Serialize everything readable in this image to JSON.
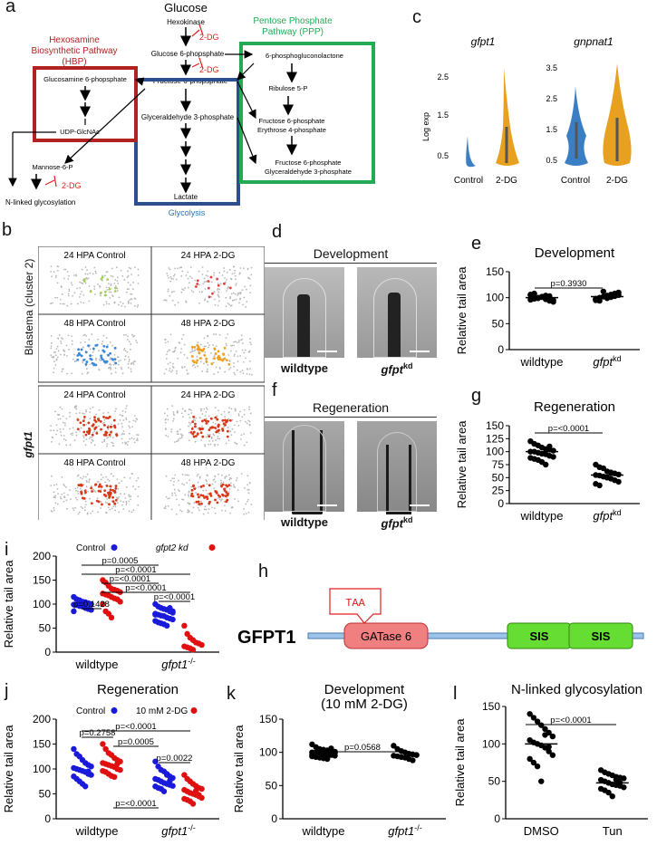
{
  "panel_letters": {
    "a": "a",
    "b": "b",
    "c": "c",
    "d": "d",
    "e": "e",
    "f": "f",
    "g": "g",
    "h": "h",
    "i": "i",
    "j": "j",
    "k": "k",
    "l": "l"
  },
  "pathway": {
    "glucose": "Glucose",
    "hexokinase": "Hexokinase",
    "inhibitor": "2-DG",
    "g6p": "Glucose 6-phopsphate",
    "f6p": "Fructose 6-phopsphate",
    "ga3p": "Glyceraldehyde 3-phosphate",
    "lactate": "Lactate",
    "glycolysis": "Glycolysis",
    "hbp_title_1": "Hexosamine",
    "hbp_title_2": "Biosynthetic Pathway",
    "hbp_title_3": "(HBP)",
    "glcn6p": "Glucosamine 6-phopsphate",
    "udp": "UDP-GlcNAc",
    "man6p": "Mannose-6-P",
    "nlinked": "N-linked glycosylation",
    "ppp_title_1": "Pentose Phosphate",
    "ppp_title_2": "Pathway (PPP)",
    "pgl": "6-phosphogluconolactone",
    "ribulose": "Ribulose 5-P",
    "f6p_e4p_1": "Fructose 6-phosphate",
    "f6p_e4p_2": "Erythrose 4-phosphate",
    "f6p_ga3p_1": "Fructose 6-phosphate",
    "f6p_ga3p_2": "Glyceraldehyde 3-phosphate",
    "colors": {
      "hbp": "#b22222",
      "ppp": "#22aa55",
      "glycolysis": "#2d4f8e",
      "inhibitor": "#e02020"
    }
  },
  "panel_b": {
    "blastema_label": "Blastema (cluster 2)",
    "gene_label": "gfpt1",
    "tiles": [
      "24 HPA Control",
      "24 HPA 2-DG",
      "48 HPA Control",
      "48 HPA 2-DG",
      "24 HPA Control",
      "24 HPA 2-DG",
      "48 HPA Control",
      "48 HPA 2-DG"
    ]
  },
  "panel_c": {
    "ylabel": "Log exp",
    "genes": [
      "gfpt1",
      "gnpnat1"
    ],
    "yticks_left": [
      "2.5",
      "1.5",
      "0.5"
    ],
    "yticks_right": [
      "3.5",
      "2.5",
      "1.5",
      "0.5"
    ],
    "xlabels": [
      "Control",
      "2-DG"
    ],
    "colors": {
      "control": "#3a7fc4",
      "dg": "#e8a020"
    }
  },
  "panel_d": {
    "title": "Development",
    "labels": [
      "wildtype",
      "gfpt"
    ],
    "sup": "kd"
  },
  "panel_f": {
    "title": "Regeneration",
    "labels": [
      "wildtype",
      "gfpt"
    ],
    "sup": "kd"
  },
  "panel_h": {
    "protein": "GFPT1",
    "stop": "TAA",
    "domains": [
      "GATase 6",
      "SIS",
      "SIS"
    ]
  },
  "chart_data": [
    {
      "id": "e",
      "type": "scatter",
      "title": "Development",
      "ylabel": "Relative tail area",
      "categories": [
        "wildtype",
        "gfpt"
      ],
      "category_sup": [
        "",
        "kd"
      ],
      "ylim": [
        0,
        150
      ],
      "yticks": [
        0,
        50,
        100,
        150
      ],
      "series": [
        {
          "values": [
            96,
            98,
            100,
            102,
            104,
            94,
            92,
            106,
            108,
            99,
            101,
            97,
            103,
            95,
            105
          ]
        },
        {
          "values": [
            98,
            100,
            102,
            104,
            106,
            108,
            110,
            96,
            94,
            112,
            99,
            101,
            103,
            105,
            95
          ]
        }
      ],
      "means": [
        100,
        102
      ],
      "annotations": [
        "p=0.3930"
      ]
    },
    {
      "id": "g",
      "type": "scatter",
      "title": "Regeneration",
      "ylabel": "Relative tail area",
      "categories": [
        "wildtype",
        "gfpt"
      ],
      "category_sup": [
        "",
        "kd"
      ],
      "ylim": [
        0,
        150
      ],
      "yticks": [
        0,
        25,
        50,
        75,
        100,
        125,
        150
      ],
      "series": [
        {
          "values": [
            120,
            115,
            112,
            108,
            105,
            104,
            102,
            100,
            100,
            98,
            96,
            95,
            92,
            90,
            88,
            86,
            84,
            80,
            75,
            110
          ]
        },
        {
          "values": [
            75,
            70,
            68,
            62,
            60,
            58,
            56,
            55,
            54,
            52,
            50,
            48,
            45,
            42,
            38,
            35
          ]
        }
      ],
      "means": [
        100,
        55
      ],
      "annotations": [
        "p=<0.0001"
      ]
    },
    {
      "id": "i",
      "type": "scatter",
      "ylabel": "Relative tail area",
      "categories": [
        "wildtype",
        "gfpt1"
      ],
      "category_sup": [
        "",
        "-/-"
      ],
      "ylim": [
        0,
        200
      ],
      "yticks": [
        0,
        50,
        100,
        150,
        200
      ],
      "legend": [
        "Control",
        "gfpt2 kd"
      ],
      "series": [
        {
          "name": "Control",
          "values": [
            [
              115,
              110,
              108,
              105,
              104,
              102,
              100,
              99,
              98,
              96,
              95,
              92,
              90,
              88,
              85,
              110,
              100,
              97
            ],
            [
              100,
              95,
              92,
              90,
              88,
              85,
              82,
              80,
              78,
              76,
              75,
              72,
              70,
              68,
              65,
              62,
              60,
              58,
              55,
              92,
              85,
              78
            ]
          ]
        },
        {
          "name": "gfpt2 kd",
          "values": [
            [
              150,
              145,
              138,
              132,
              130,
              128,
              125,
              122,
              120,
              118,
              115,
              112,
              110,
              105,
              100,
              85,
              80,
              72
            ],
            [
              55,
              38,
              30,
              25,
              20,
              18,
              15,
              12,
              10,
              8,
              5
            ]
          ]
        }
      ],
      "annotations": [
        "p=0.0005",
        "p=<0.0001",
        "p=<0.0001",
        "p=<0.0001",
        "p=<0.0001",
        "p=0.1428"
      ]
    },
    {
      "id": "j",
      "type": "scatter",
      "title": "Regeneration",
      "ylabel": "Relative tail area",
      "categories": [
        "wildtype",
        "gfpt1"
      ],
      "category_sup": [
        "",
        "-/-"
      ],
      "ylim": [
        0,
        200
      ],
      "yticks": [
        0,
        50,
        100,
        150,
        200
      ],
      "legend": [
        "Control",
        "10 mM 2-DG"
      ],
      "series": [
        {
          "name": "Control",
          "values": [
            [
              140,
              130,
              125,
              118,
              112,
              108,
              105,
              102,
              100,
              98,
              96,
              94,
              90,
              88,
              85,
              80,
              75,
              70,
              65,
              95
            ],
            [
              115,
              105,
              98,
              95,
              90,
              85,
              82,
              80,
              78,
              75,
              72,
              70,
              68,
              66,
              65,
              62,
              60,
              55,
              88,
              76
            ]
          ]
        },
        {
          "name": "10 mM 2-DG",
          "values": [
            [
              150,
              140,
              132,
              128,
              122,
              118,
              115,
              112,
              110,
              108,
              106,
              104,
              100,
              98,
              96,
              94,
              90,
              86,
              84,
              110
            ],
            [
              88,
              80,
              75,
              70,
              66,
              62,
              60,
              58,
              55,
              52,
              50,
              48,
              45,
              42,
              40,
              38,
              35,
              30,
              56,
              48
            ]
          ]
        }
      ],
      "annotations": [
        "p=0.2758",
        "p=<0.0001",
        "p=0.0005",
        "p=0.0022",
        "p=<0.0001"
      ]
    },
    {
      "id": "k",
      "type": "scatter",
      "title": "Development (10 mM 2-DG)",
      "ylabel": "Relative tail area",
      "categories": [
        "wildtype",
        "gfpt1"
      ],
      "category_sup": [
        "",
        "-/-"
      ],
      "ylim": [
        0,
        150
      ],
      "yticks": [
        0,
        50,
        100,
        150
      ],
      "series": [
        {
          "values": [
            112,
            108,
            105,
            104,
            103,
            102,
            101,
            100,
            100,
            99,
            98,
            97,
            96,
            95,
            94,
            93,
            92,
            91,
            90,
            106,
            99,
            97
          ]
        },
        {
          "values": [
            110,
            105,
            102,
            100,
            98,
            97,
            96,
            95,
            94,
            93,
            92,
            90,
            88,
            96
          ]
        }
      ],
      "annotations": [
        "p=0.0568"
      ]
    },
    {
      "id": "l",
      "type": "scatter",
      "title": "N-linked glycosylation",
      "ylabel": "Relative tail area",
      "categories": [
        "DMSO",
        "Tun"
      ],
      "ylim": [
        0,
        150
      ],
      "yticks": [
        0,
        50,
        100,
        150
      ],
      "series": [
        {
          "values": [
            140,
            135,
            130,
            125,
            120,
            115,
            110,
            105,
            102,
            100,
            98,
            95,
            90,
            85,
            80,
            75,
            70,
            50,
            112,
            96
          ]
        },
        {
          "values": [
            65,
            62,
            60,
            58,
            56,
            55,
            54,
            52,
            50,
            48,
            46,
            45,
            44,
            42,
            40,
            38,
            35,
            30,
            52,
            48
          ]
        }
      ],
      "means": [
        100,
        48
      ],
      "annotations": [
        "p=<0.0001"
      ]
    }
  ]
}
